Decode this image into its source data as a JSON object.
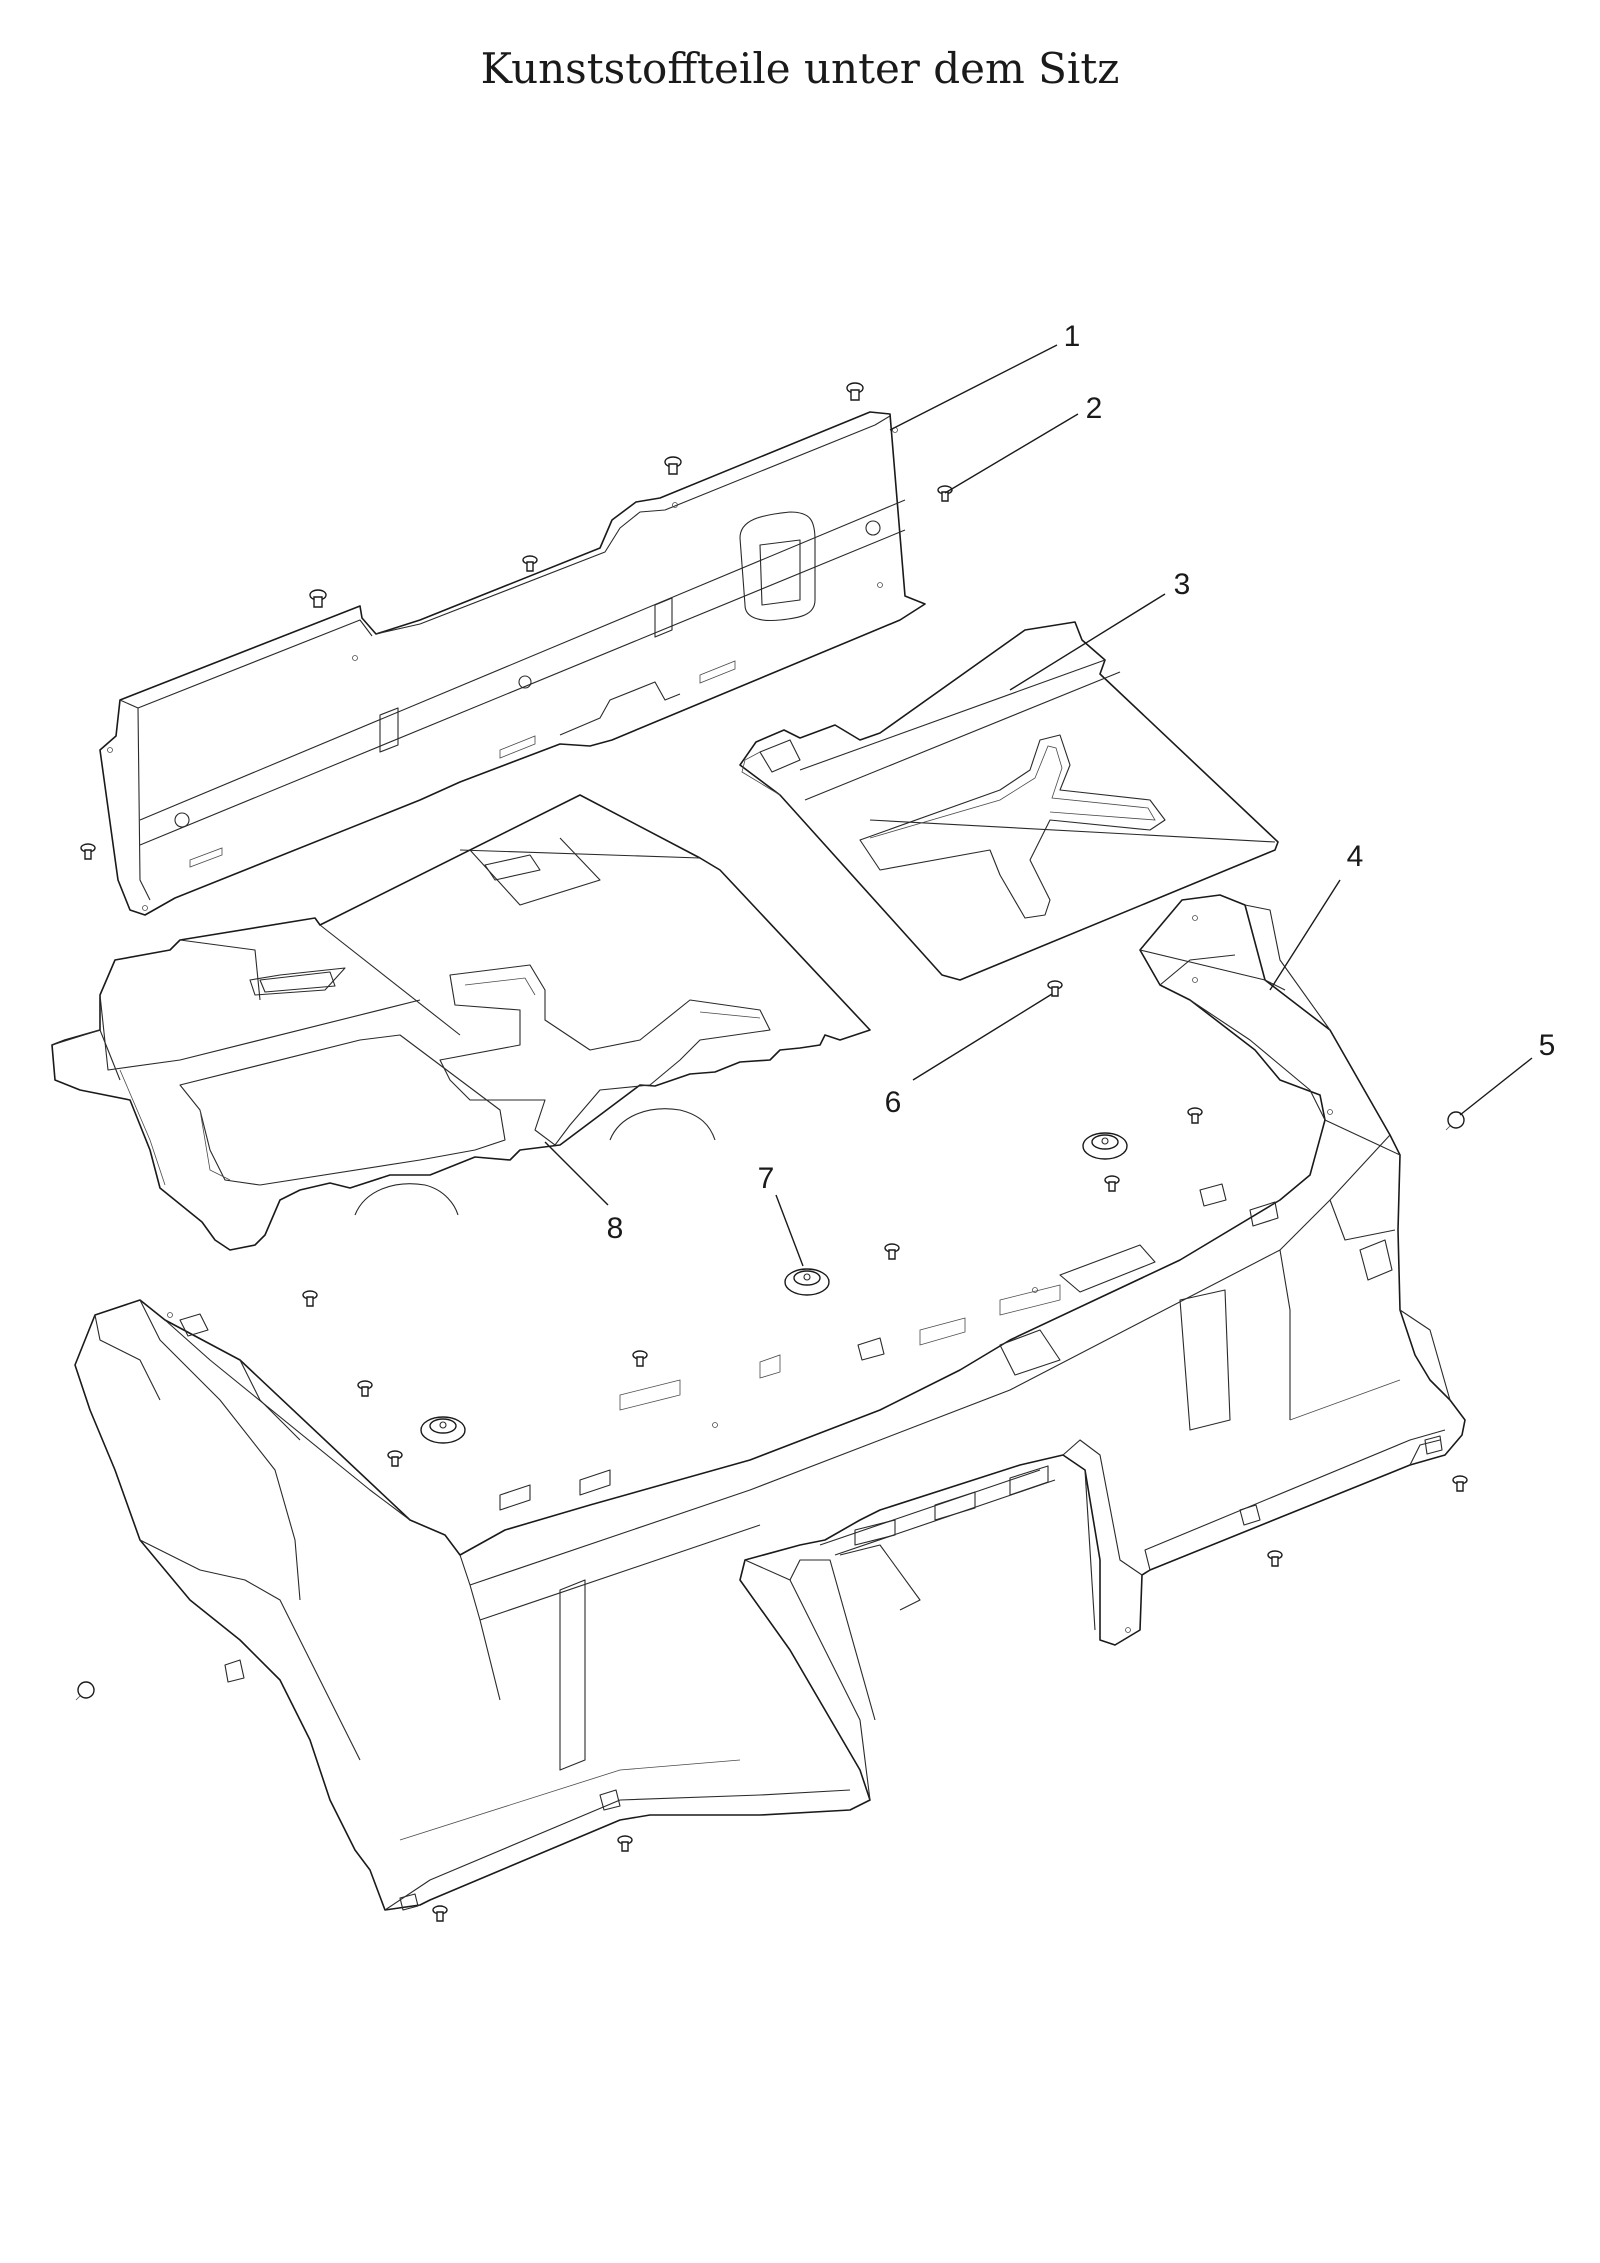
{
  "title": "Kunststoffteile unter dem Sitz",
  "callouts": [
    {
      "label": "1"
    },
    {
      "label": "2"
    },
    {
      "label": "3"
    },
    {
      "label": "4"
    },
    {
      "label": "5"
    },
    {
      "label": "6"
    },
    {
      "label": "7"
    },
    {
      "label": "8"
    }
  ]
}
